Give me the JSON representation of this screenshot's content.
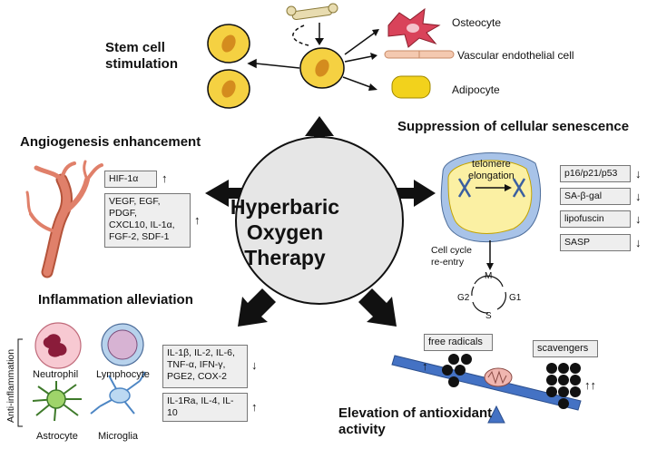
{
  "center": {
    "lines": [
      "Hyperbaric",
      "Oxygen",
      "Therapy"
    ]
  },
  "stem_cell": {
    "title_lines": [
      "Stem cell",
      "stimulation"
    ],
    "outcomes": [
      "Osteocyte",
      "Vascular endothelial cell",
      "Adipocyte"
    ]
  },
  "angiogenesis": {
    "title": "Angiogenesis enhancement",
    "box1": "HIF-1α",
    "box2_lines": [
      "VEGF, EGF,",
      "PDGF,",
      "CXCL10, IL-1α,",
      "FGF-2, SDF-1"
    ],
    "arrow_up": "↑"
  },
  "senescence": {
    "title": "Suppression of cellular senescence",
    "telomere_lines": [
      "telomere",
      "elongation"
    ],
    "markers": [
      "p16/p21/p53",
      "SA-β-gal",
      "lipofuscin",
      "SASP"
    ],
    "arrow_down": "↓",
    "cycle_lines": [
      "Cell cycle",
      "re-entry"
    ],
    "phases": {
      "m": "M",
      "g1": "G1",
      "s": "S",
      "g2": "G2"
    }
  },
  "inflammation": {
    "title": "Inflammation alleviation",
    "side_label": "Anti-inflammation",
    "cells": [
      "Neutrophil",
      "Lymphocyte",
      "Astrocyte",
      "Microglia"
    ],
    "box1_lines": [
      "IL-1β, IL-2, IL-6,",
      "TNF-α, IFN-γ,",
      "PGE2, COX-2"
    ],
    "box2_lines": [
      "IL-1Ra, IL-4, IL-",
      "10"
    ],
    "arrow_down": "↓",
    "arrow_up": "↑"
  },
  "antioxidant": {
    "title_lines": [
      "Elevation of antioxidant",
      "activity"
    ],
    "left_label": "free radicals",
    "right_label": "scavengers",
    "left_arrow": "↑",
    "right_arrow": "↑↑"
  }
}
